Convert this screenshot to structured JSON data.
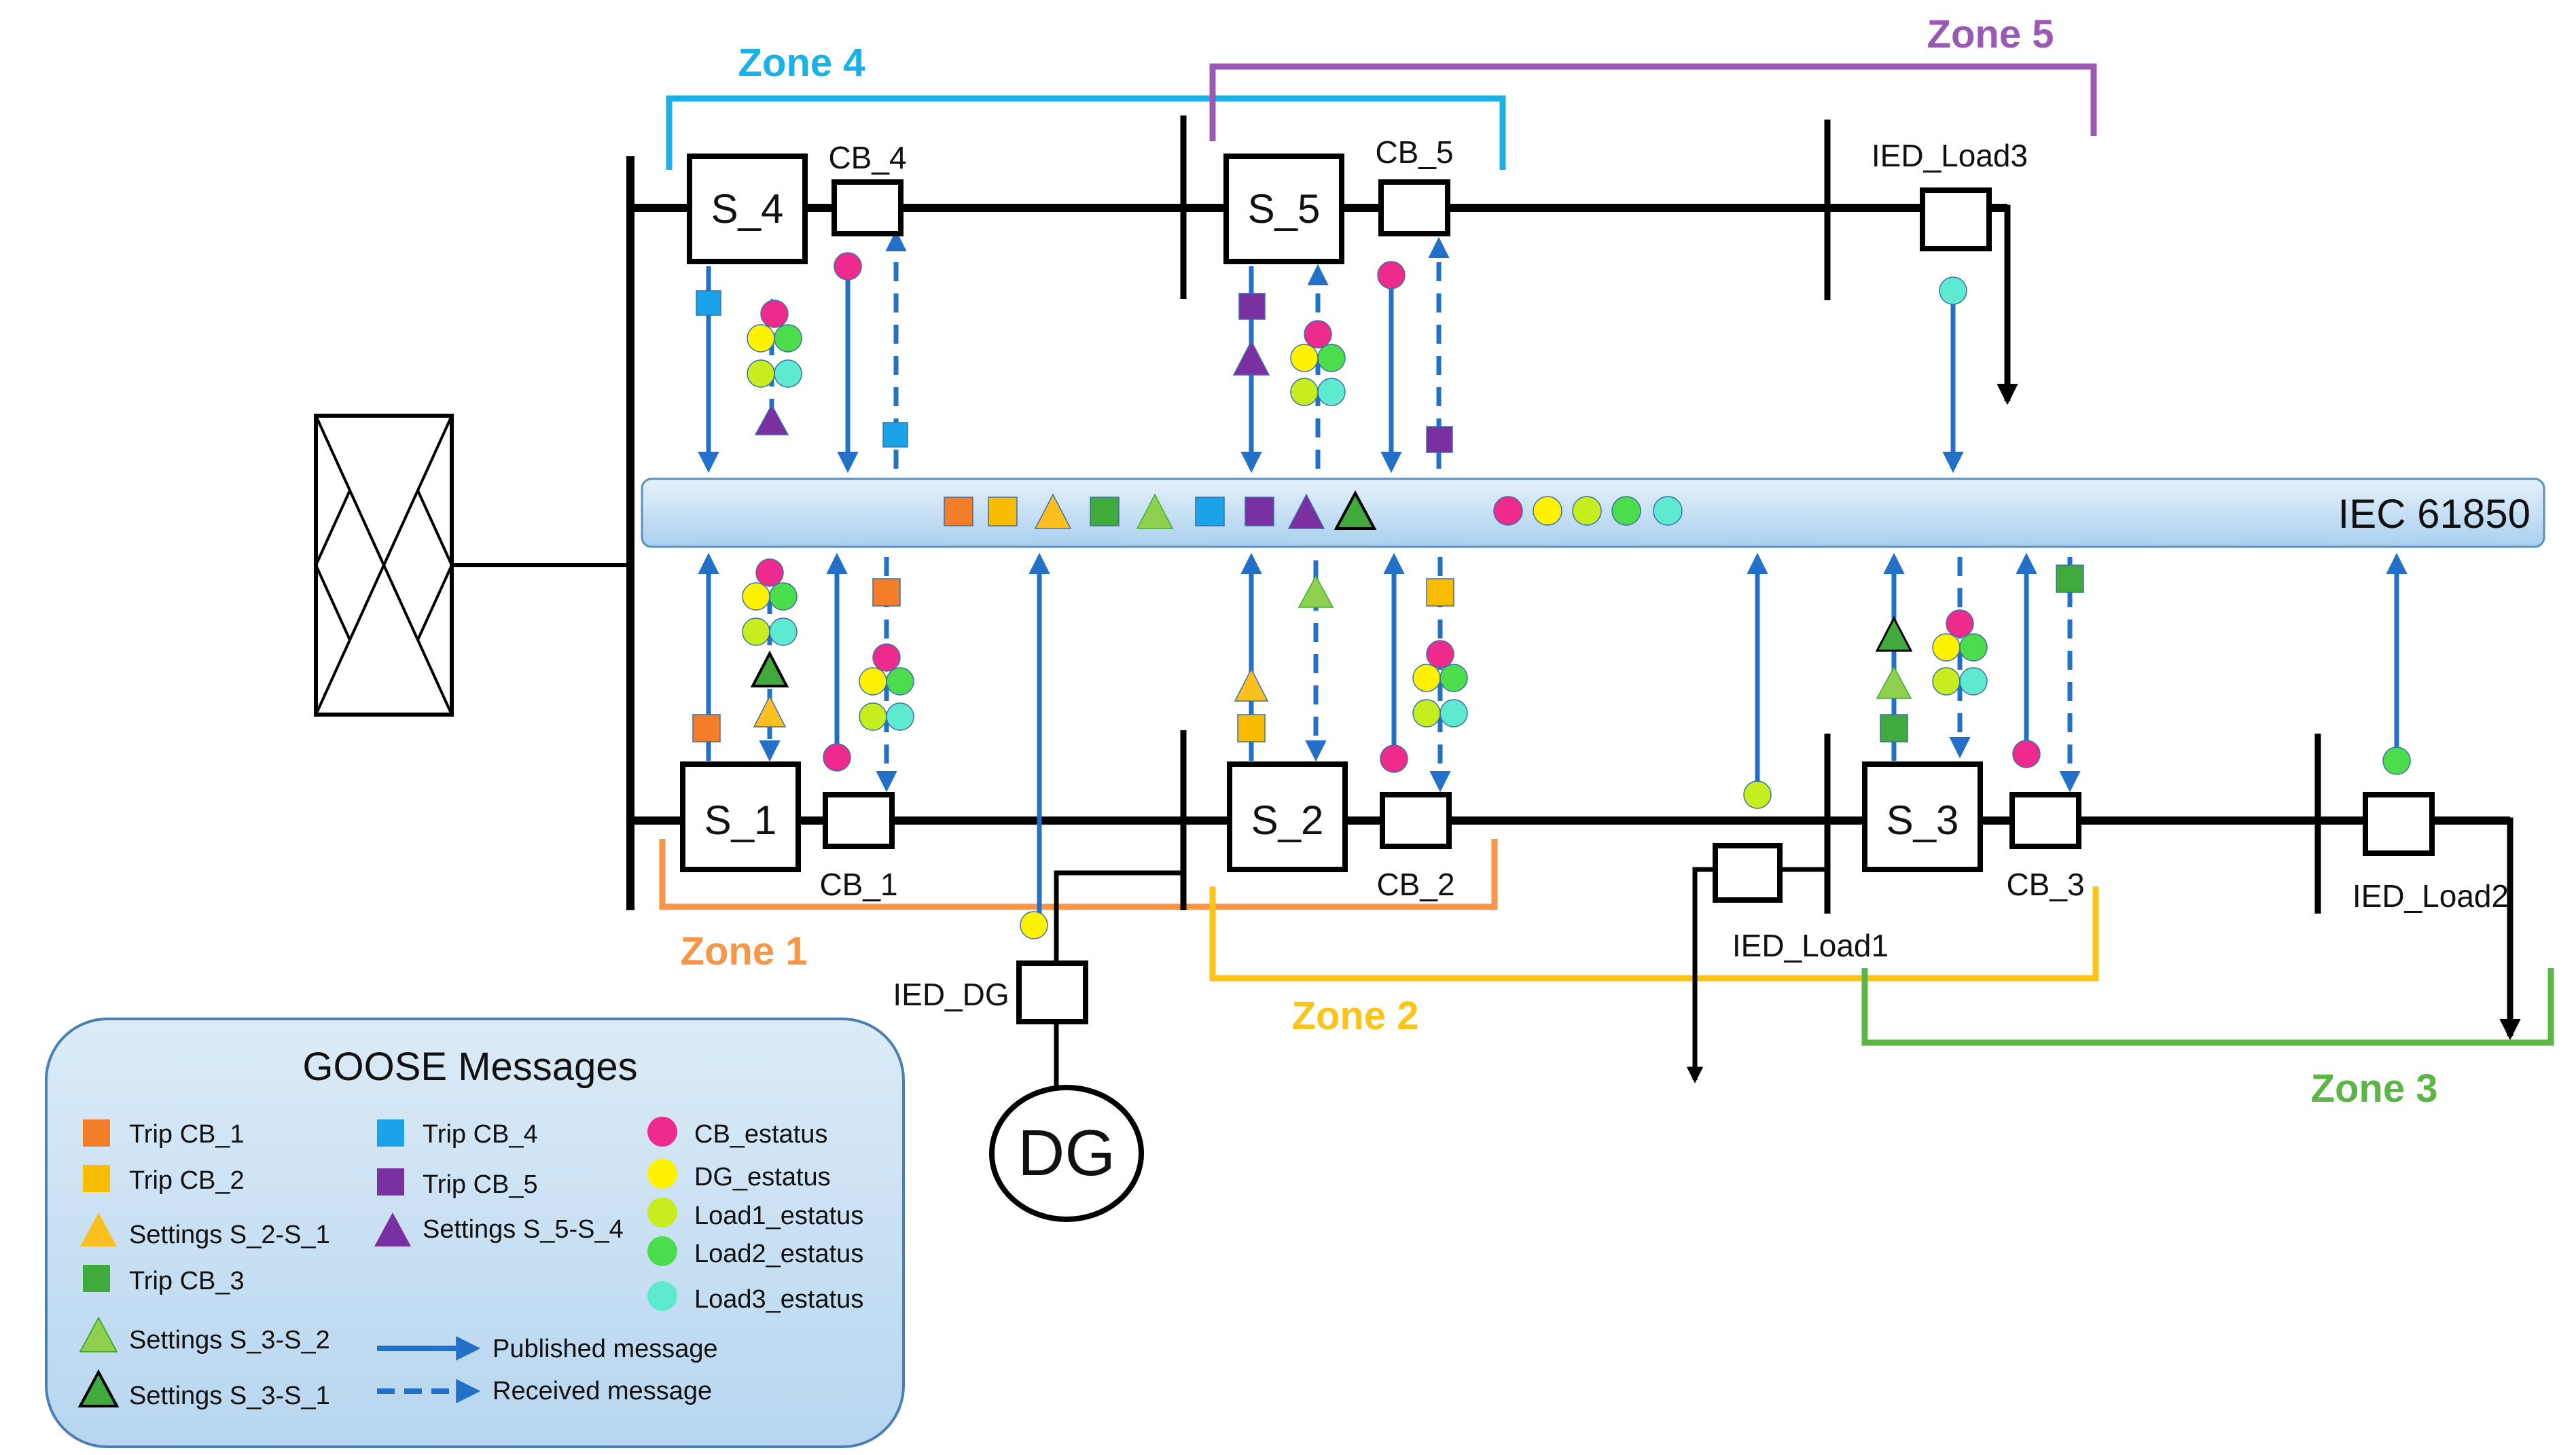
{
  "colors": {
    "orange": "#f47d2a",
    "yellow_sq": "#f9bd00",
    "yellow_tri": "#fbc020",
    "green": "#40ab3c",
    "lightgreen": "#8fd14f",
    "cyan": "#1aa3e8",
    "purple": "#7a30a0",
    "magenta": "#ee2a8c",
    "yellow_dot": "#fff200",
    "lime_dot": "#c6ee1e",
    "green_dot": "#4cdd4c",
    "aqua_dot": "#5eead0",
    "blue_arrow": "#2270c8",
    "zone1": "#f79646",
    "zone2": "#fcc419",
    "zone3": "#5cb546",
    "zone4": "#19b1e8",
    "zone5": "#9b59b6"
  },
  "zones": {
    "z1": "Zone 1",
    "z2": "Zone 2",
    "z3": "Zone 3",
    "z4": "Zone 4",
    "z5": "Zone 5"
  },
  "relays": {
    "s1": "S_1",
    "s2": "S_2",
    "s3": "S_3",
    "s4": "S_4",
    "s5": "S_5"
  },
  "breakers": {
    "cb1": "CB_1",
    "cb2": "CB_2",
    "cb3": "CB_3",
    "cb4": "CB_4",
    "cb5": "CB_5"
  },
  "ieds": {
    "load1": "IED_Load1",
    "load2": "IED_Load2",
    "load3": "IED_Load3",
    "dg": "IED_DG"
  },
  "generator": "DG",
  "network": "IEC 61850",
  "legend": {
    "title": "GOOSE Messages",
    "items": {
      "trip_cb1": "Trip CB_1",
      "trip_cb2": "Trip CB_2",
      "set_s2_s1": "Settings S_2-S_1",
      "trip_cb3": "Trip CB_3",
      "set_s3_s2": "Settings S_3-S_2",
      "set_s3_s1": "Settings S_3-S_1",
      "trip_cb4": "Trip CB_4",
      "trip_cb5": "Trip CB_5",
      "set_s5_s4": "Settings S_5-S_4",
      "cb_status": "CB_estatus",
      "dg_status": "DG_estatus",
      "load1_status": "Load1_estatus",
      "load2_status": "Load2_estatus",
      "load3_status": "Load3_estatus",
      "published": "Published message",
      "received": "Received message"
    }
  }
}
